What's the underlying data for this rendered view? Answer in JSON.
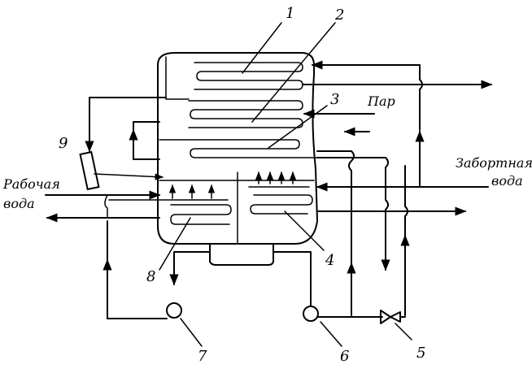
{
  "labels": {
    "steam": "Пар",
    "working_water_line1": "Рабочая",
    "working_water_line2": "вода",
    "intake_water_line1": "Забортная",
    "intake_water_line2": "вода"
  },
  "callouts": [
    "1",
    "2",
    "3",
    "4",
    "5",
    "6",
    "7",
    "8",
    "9"
  ]
}
